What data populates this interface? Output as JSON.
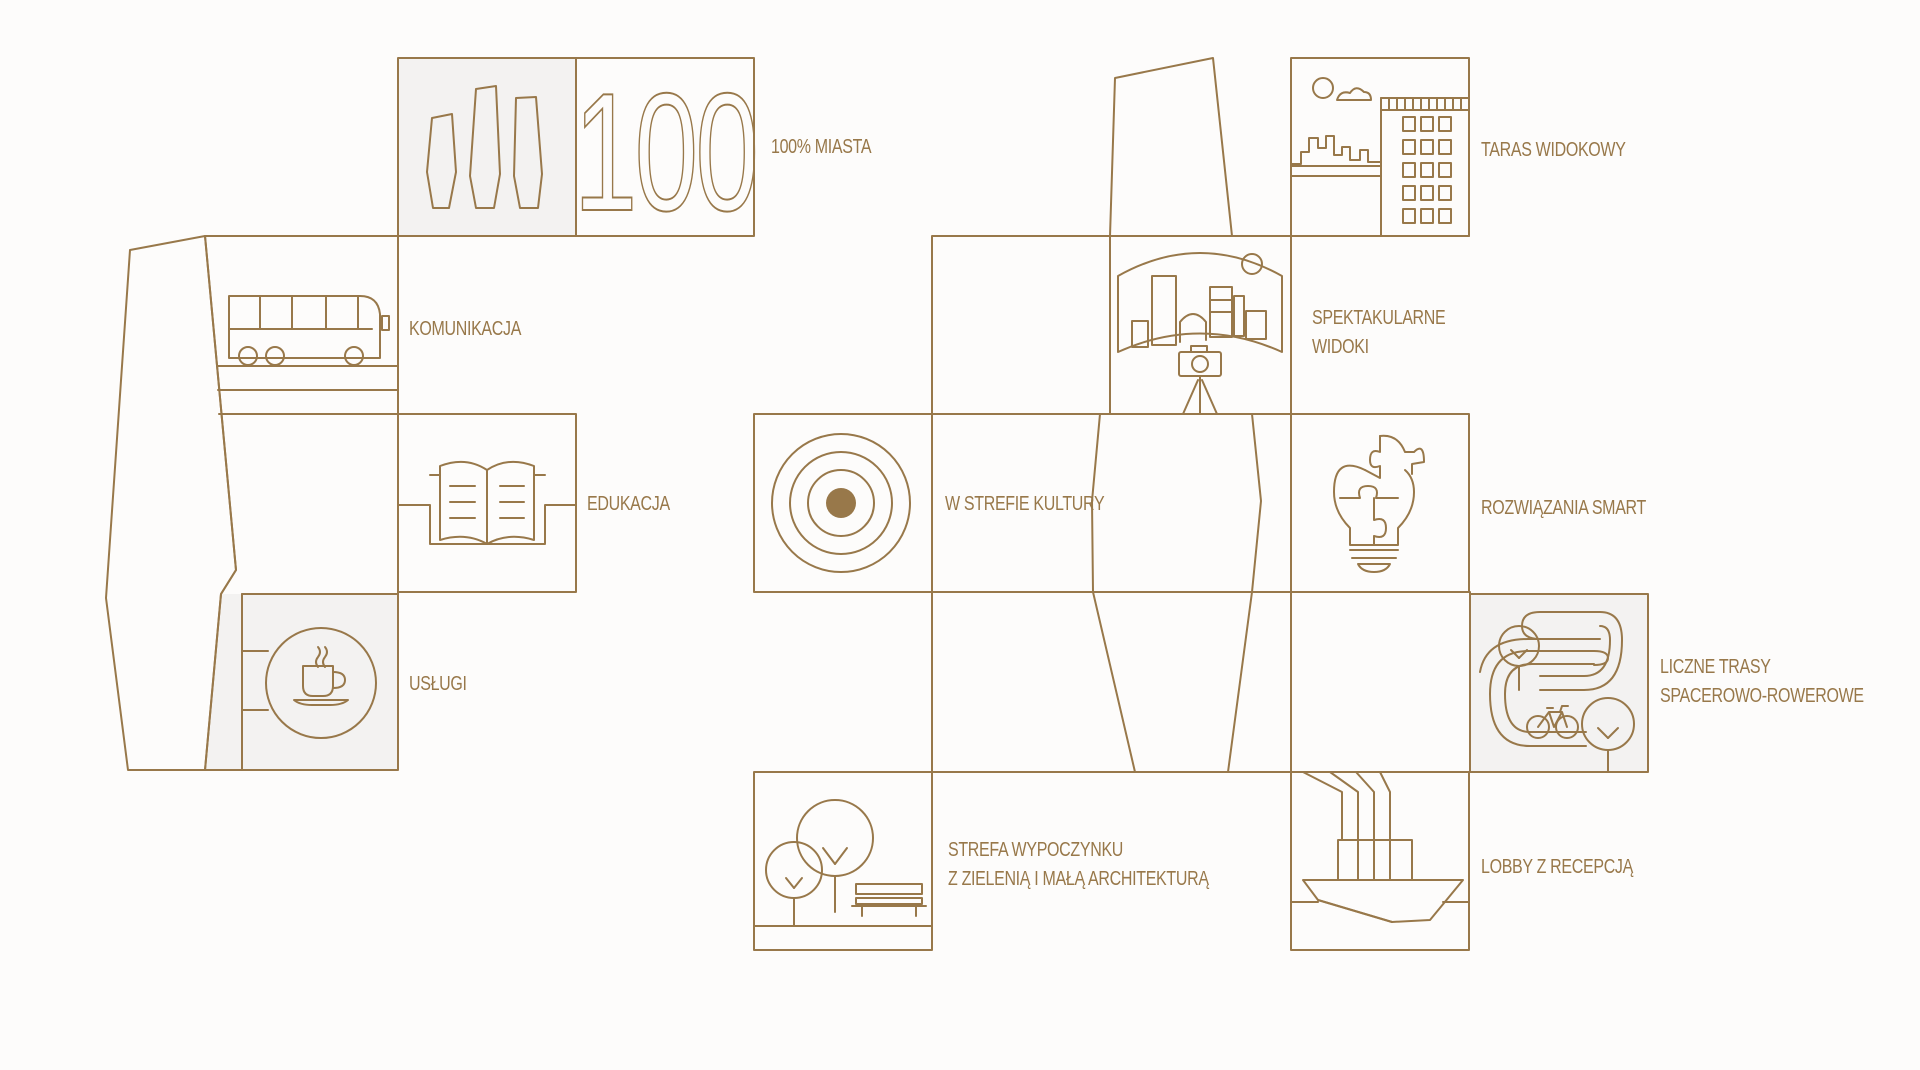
{
  "colors": {
    "accent": "#98784a",
    "panel": "#f3f2f1",
    "background": "#fdfcfb"
  },
  "hero": {
    "number": "100"
  },
  "features": [
    {
      "id": "miasta",
      "icon": "towers-icon",
      "lines": [
        "100% MIASTA"
      ]
    },
    {
      "id": "komunikacja",
      "icon": "bus-icon",
      "lines": [
        "KOMUNIKACJA"
      ]
    },
    {
      "id": "edukacja",
      "icon": "book-icon",
      "lines": [
        "EDUKACJA"
      ]
    },
    {
      "id": "uslugi",
      "icon": "coffee-cup-icon",
      "lines": [
        "USŁUGI"
      ]
    },
    {
      "id": "taras",
      "icon": "building-terrace-icon",
      "lines": [
        "TARAS WIDOKOWY"
      ]
    },
    {
      "id": "widoki",
      "icon": "camera-cityscape-icon",
      "lines": [
        "SPEKTAKULARNE",
        "WIDOKI"
      ]
    },
    {
      "id": "kultura",
      "icon": "target-rings-icon",
      "lines": [
        "W STREFIE KULTURY"
      ]
    },
    {
      "id": "smart",
      "icon": "puzzle-bulb-icon",
      "lines": [
        "ROZWIĄZANIA SMART"
      ]
    },
    {
      "id": "trasy",
      "icon": "bike-path-icon",
      "lines": [
        "LICZNE TRASY",
        "SPACEROWO-ROWEROWE"
      ]
    },
    {
      "id": "wypoczynek",
      "icon": "park-bench-icon",
      "lines": [
        "STREFA WYPOCZYNKU",
        "Z ZIELENIĄ I MAŁĄ ARCHITEKTURĄ"
      ]
    },
    {
      "id": "lobby",
      "icon": "lobby-reception-icon",
      "lines": [
        "LOBBY Z RECEPCJĄ"
      ]
    }
  ]
}
